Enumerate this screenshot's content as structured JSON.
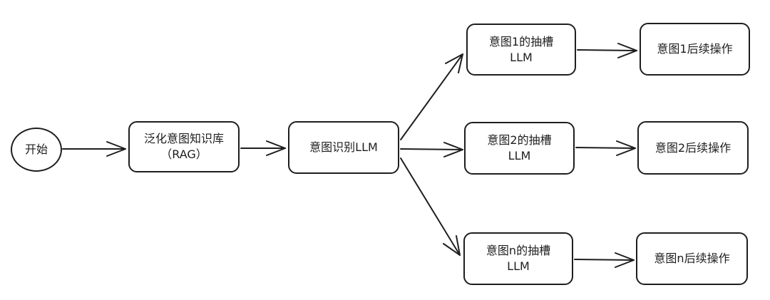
{
  "nodes": {
    "start": {
      "lines": [
        "开始"
      ]
    },
    "rag": {
      "lines": [
        "泛化意图知识库",
        "（RAG）"
      ]
    },
    "intent_llm": {
      "lines": [
        "意图识别LLM"
      ]
    },
    "slot_1": {
      "lines": [
        "意图1的抽槽",
        "LLM"
      ]
    },
    "slot_2": {
      "lines": [
        "意图2的抽槽",
        "LLM"
      ]
    },
    "slot_n": {
      "lines": [
        "意图n的抽槽",
        "LLM"
      ]
    },
    "action_1": {
      "lines": [
        "意图1后续操作"
      ]
    },
    "action_2": {
      "lines": [
        "意图2后续操作"
      ]
    },
    "action_n": {
      "lines": [
        "意图n后续操作"
      ]
    }
  },
  "edges": [
    {
      "from": "start",
      "to": "rag"
    },
    {
      "from": "rag",
      "to": "intent_llm"
    },
    {
      "from": "intent_llm",
      "to": "slot_1"
    },
    {
      "from": "intent_llm",
      "to": "slot_2"
    },
    {
      "from": "intent_llm",
      "to": "slot_n"
    },
    {
      "from": "slot_1",
      "to": "action_1"
    },
    {
      "from": "slot_2",
      "to": "action_2"
    },
    {
      "from": "slot_n",
      "to": "action_n"
    }
  ],
  "colors": {
    "stroke": "#1e1e1e",
    "fill": "#ffffff",
    "background": "#ffffff"
  }
}
